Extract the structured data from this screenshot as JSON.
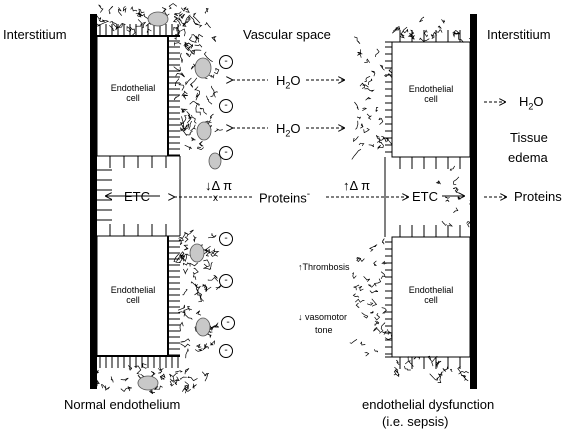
{
  "labels": {
    "interstitium_left": "Interstitium",
    "vascular_space": "Vascular space",
    "interstitium_right": "Interstitium",
    "h2o_flux_top": "H2O",
    "h2o_flux_mid": "H2O",
    "h2o_right": "H2O",
    "tissue": "Tissue",
    "edema": "edema",
    "etc_left": "ETC",
    "etc_right": "ETC",
    "delta_pi_left": "↓Δ π",
    "delta_pi_right": "↑Δ π",
    "proteins_center": "Proteins",
    "proteins_right": "Proteins",
    "thrombosis": "↑Thrombosis",
    "vasomotor": "↓ vasomotor",
    "tone": "tone",
    "normal": "Normal endothelium",
    "dysfunction": "endothelial dysfunction",
    "sepsis": "(i.e. sepsis)",
    "cell_word_1": "Endothelial",
    "cell_word_2": "cell",
    "negative_sign": "-"
  },
  "colors": {
    "membrane": "#000000",
    "glycocalyx_blob": "#c8c8c8"
  }
}
